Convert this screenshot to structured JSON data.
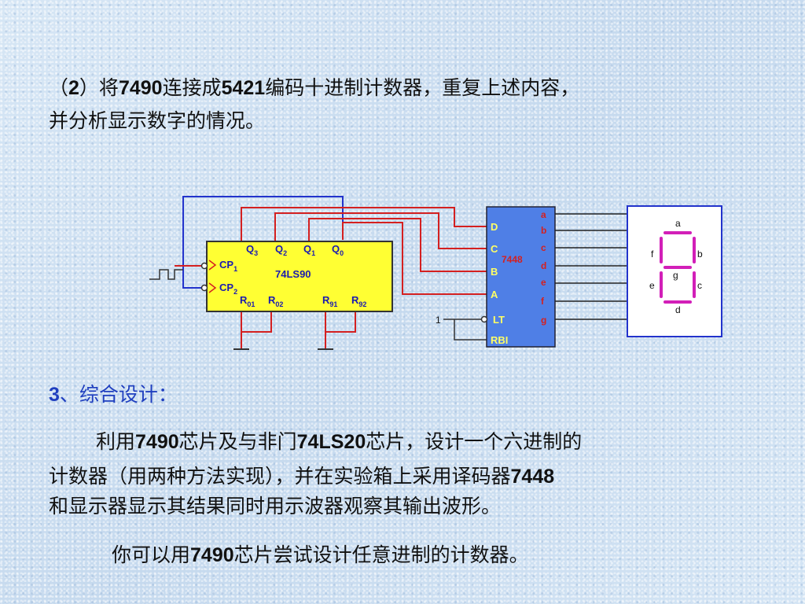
{
  "task2": {
    "num": "2",
    "p_open": "（",
    "p_close": "）将",
    "chip": "7490",
    "mid": "连接成",
    "code": "5421",
    "rest1": "编码十进制计数器，重复上述内容，",
    "line2": "并分析显示数字的情况。"
  },
  "section3": {
    "num": "3",
    "title": "、综合设计："
  },
  "para1": {
    "a": "利用",
    "chip": "7490",
    "b": "芯片及与非门",
    "gate": "74LS20",
    "c": "芯片，设计一个六进制的",
    "line2": "计数器（用两种方法实现），并在实验箱上采用译码器",
    "decoder": "7448",
    "line3": "和显示器显示其结果同时用示波器观察其输出波形。"
  },
  "para2": {
    "a": "你可以用",
    "chip": "7490",
    "b": "芯片尝试设计任意进制的计数器。"
  },
  "circuit": {
    "counter": {
      "name": "74LS90",
      "q3": "Q",
      "q3s": "3",
      "q2": "Q",
      "q2s": "2",
      "q1": "Q",
      "q1s": "1",
      "q0": "Q",
      "q0s": "0",
      "cp1": "CP",
      "cp1s": "1",
      "cp2": "CP",
      "cp2s": "2",
      "r01": "R",
      "r01s": "01",
      "r02": "R",
      "r02s": "02",
      "r91": "R",
      "r91s": "91",
      "r92": "R",
      "r92s": "92"
    },
    "decoder": {
      "name": "7448",
      "in_d": "D",
      "in_c": "C",
      "in_b": "B",
      "in_a": "A",
      "lt": "LT",
      "rbi": "RBI",
      "out_a": "a",
      "out_b": "b",
      "out_c": "c",
      "out_d": "d",
      "out_e": "e",
      "out_f": "f",
      "out_g": "g"
    },
    "lt_level": "1",
    "display": {
      "a": "a",
      "b": "b",
      "c": "c",
      "d": "d",
      "e": "e",
      "f": "f",
      "g": "g"
    },
    "colors": {
      "chip_fill": "#ffff33",
      "wire_red": "#d42020",
      "wire_blue": "#2233cc",
      "label_blue": "#1a1ab0",
      "segment": "#d21fb8"
    }
  }
}
